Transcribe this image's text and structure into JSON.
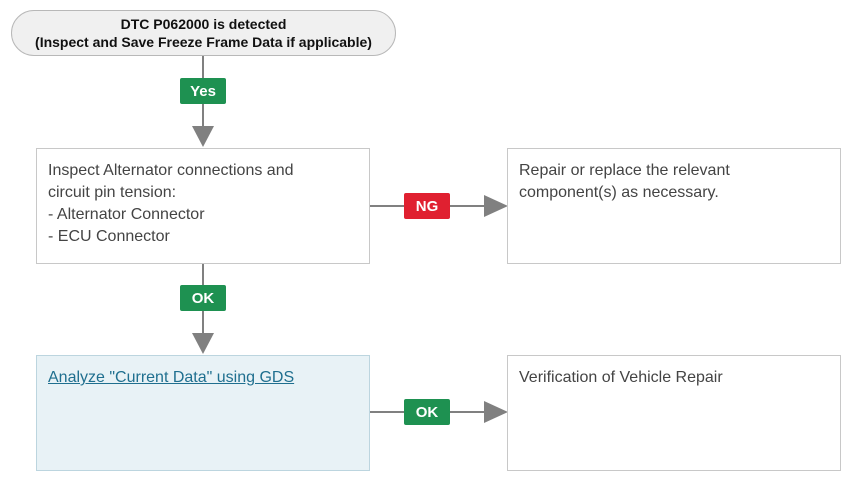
{
  "start": {
    "line1": "DTC P062000 is detected",
    "line2": "(Inspect and Save Freeze Frame Data if applicable)"
  },
  "inspect_box": {
    "lines": [
      "Inspect Alternator connections and",
      "circuit pin tension:",
      "- Alternator Connector",
      "- ECU Connector"
    ]
  },
  "repair_box": {
    "lines": [
      "Repair or replace the relevant",
      "component(s) as necessary."
    ]
  },
  "analyze_box": {
    "link_text": "Analyze \"Current Data\" using GDS"
  },
  "verify_box": {
    "text": "Verification of Vehicle Repair"
  },
  "badges": {
    "yes": "Yes",
    "ng": "NG",
    "ok_down": "OK",
    "ok_right": "OK"
  },
  "colors": {
    "badge_green": "#1e9151",
    "badge_red": "#e02030",
    "connector": "#808080",
    "highlight_box": "#e8f2f6",
    "link": "#1f6f8f"
  }
}
